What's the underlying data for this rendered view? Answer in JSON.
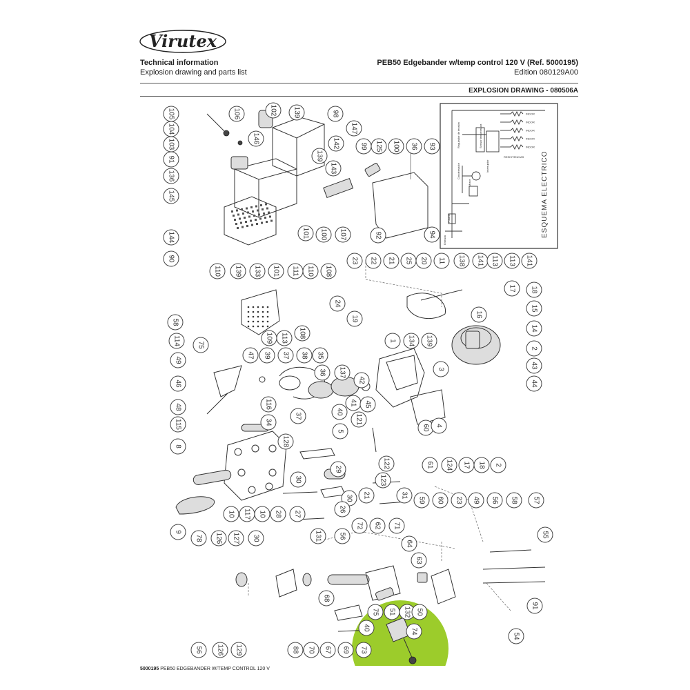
{
  "brand": {
    "logo_text": "Virutex"
  },
  "header": {
    "left_title": "Technical information",
    "left_subtitle": "Explosion drawing and parts list",
    "right_title": "PEB50 Edgebander w/temp control 120 V (Ref. 5000195)",
    "right_subtitle": "Edition 080129A00"
  },
  "section_title": "EXPLOSION DRAWING - 080506A",
  "schematic": {
    "title": "ESQUEMA ELECTRICO",
    "resistor_labels": [
      "RESISTENCIAS",
      "INDOR",
      "INDOR",
      "INDOR",
      "INDOR",
      "INDOR"
    ],
    "small_labels": [
      "Regulador de tensión",
      "Sensor temperatura",
      "Interruptor",
      "Motor",
      "Fusible",
      "Condensador",
      "Entrada"
    ]
  },
  "callouts": [
    {
      "n": "105"
    },
    {
      "n": "106"
    },
    {
      "n": "102"
    },
    {
      "n": "139"
    },
    {
      "n": "98"
    },
    {
      "n": "104"
    },
    {
      "n": "147"
    },
    {
      "n": "103"
    },
    {
      "n": "146"
    },
    {
      "n": "142"
    },
    {
      "n": "91"
    },
    {
      "n": "139"
    },
    {
      "n": "99"
    },
    {
      "n": "125"
    },
    {
      "n": "100"
    },
    {
      "n": "36"
    },
    {
      "n": "93"
    },
    {
      "n": "136"
    },
    {
      "n": "143"
    },
    {
      "n": "145"
    },
    {
      "n": "144"
    },
    {
      "n": "101"
    },
    {
      "n": "100"
    },
    {
      "n": "107"
    },
    {
      "n": "92"
    },
    {
      "n": "94"
    },
    {
      "n": "90"
    },
    {
      "n": "110"
    },
    {
      "n": "139"
    },
    {
      "n": "133"
    },
    {
      "n": "101"
    },
    {
      "n": "111"
    },
    {
      "n": "110"
    },
    {
      "n": "108"
    },
    {
      "n": "23"
    },
    {
      "n": "22"
    },
    {
      "n": "21"
    },
    {
      "n": "25"
    },
    {
      "n": "20"
    },
    {
      "n": "11"
    },
    {
      "n": "138"
    },
    {
      "n": "141"
    },
    {
      "n": "113"
    },
    {
      "n": "113"
    },
    {
      "n": "141"
    },
    {
      "n": "58"
    },
    {
      "n": "114"
    },
    {
      "n": "75"
    },
    {
      "n": "109"
    },
    {
      "n": "113"
    },
    {
      "n": "108"
    },
    {
      "n": "24"
    },
    {
      "n": "19"
    },
    {
      "n": "17"
    },
    {
      "n": "18"
    },
    {
      "n": "16"
    },
    {
      "n": "15"
    },
    {
      "n": "14"
    },
    {
      "n": "1"
    },
    {
      "n": "134"
    },
    {
      "n": "139"
    },
    {
      "n": "2"
    },
    {
      "n": "49"
    },
    {
      "n": "47"
    },
    {
      "n": "39"
    },
    {
      "n": "37"
    },
    {
      "n": "38"
    },
    {
      "n": "35"
    },
    {
      "n": "36"
    },
    {
      "n": "137"
    },
    {
      "n": "42"
    },
    {
      "n": "3"
    },
    {
      "n": "43"
    },
    {
      "n": "44"
    },
    {
      "n": "46"
    },
    {
      "n": "48"
    },
    {
      "n": "116"
    },
    {
      "n": "37"
    },
    {
      "n": "40"
    },
    {
      "n": "41"
    },
    {
      "n": "45"
    },
    {
      "n": "121"
    },
    {
      "n": "115"
    },
    {
      "n": "34"
    },
    {
      "n": "5"
    },
    {
      "n": "60"
    },
    {
      "n": "4"
    },
    {
      "n": "8"
    },
    {
      "n": "128"
    },
    {
      "n": "122"
    },
    {
      "n": "123"
    },
    {
      "n": "61"
    },
    {
      "n": "124"
    },
    {
      "n": "17"
    },
    {
      "n": "18"
    },
    {
      "n": "2"
    },
    {
      "n": "30"
    },
    {
      "n": "29"
    },
    {
      "n": "30"
    },
    {
      "n": "21"
    },
    {
      "n": "31"
    },
    {
      "n": "10"
    },
    {
      "n": "117"
    },
    {
      "n": "10"
    },
    {
      "n": "28"
    },
    {
      "n": "27"
    },
    {
      "n": "26"
    },
    {
      "n": "59"
    },
    {
      "n": "60"
    },
    {
      "n": "23"
    },
    {
      "n": "49"
    },
    {
      "n": "56"
    },
    {
      "n": "58"
    },
    {
      "n": "57"
    },
    {
      "n": "9"
    },
    {
      "n": "78"
    },
    {
      "n": "126"
    },
    {
      "n": "127"
    },
    {
      "n": "30"
    },
    {
      "n": "131"
    },
    {
      "n": "56"
    },
    {
      "n": "72"
    },
    {
      "n": "62"
    },
    {
      "n": "71"
    },
    {
      "n": "64"
    },
    {
      "n": "55"
    },
    {
      "n": "63"
    },
    {
      "n": "68"
    },
    {
      "n": "75"
    },
    {
      "n": "51"
    },
    {
      "n": "132"
    },
    {
      "n": "50"
    },
    {
      "n": "91"
    },
    {
      "n": "40"
    },
    {
      "n": "74"
    },
    {
      "n": "54"
    },
    {
      "n": "56"
    },
    {
      "n": "126"
    },
    {
      "n": "129"
    },
    {
      "n": "88"
    },
    {
      "n": "70"
    },
    {
      "n": "67"
    },
    {
      "n": "69"
    },
    {
      "n": "73"
    }
  ],
  "footer": {
    "code": "5000195",
    "text": "PEB50 EDGEBANDER W/TEMP CONTROL 120 V"
  },
  "colors": {
    "highlight": "#9ccc2b",
    "ink": "#333333",
    "background": "#ffffff"
  }
}
